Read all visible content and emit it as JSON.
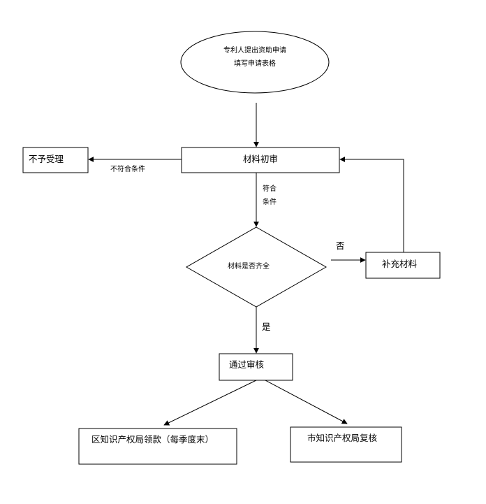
{
  "start": {
    "line1": "专利人提出资助申请",
    "line2": "填写申请表格"
  },
  "nodes": {
    "initial_review": "材料初审",
    "reject": "不予受理",
    "decision": "材料是否齐全",
    "supplement": "补充材料",
    "approved": "通过审核",
    "district_payment": "区知识产权局领款（每季度末）",
    "city_review": "市知识产权局复核"
  },
  "edges": {
    "not_meet": "不符合条件",
    "meet_line1": "符合",
    "meet_line2": "条件",
    "no": "否",
    "yes": "是"
  }
}
